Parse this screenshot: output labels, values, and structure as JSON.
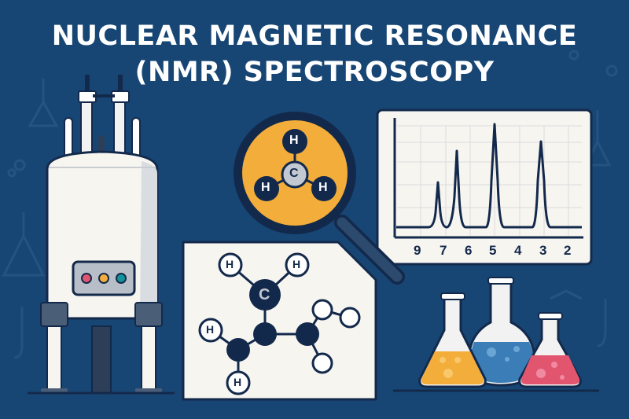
{
  "title": {
    "line1": "NUCLEAR MAGNETIC RESONANCE",
    "line2": "(NMR) SPECTROSCOPY"
  },
  "colors": {
    "background": "#174675",
    "navy": "#13294b",
    "panel": "#f7f5f0",
    "orange": "#f3ad3a",
    "blue": "#3a7db7",
    "pink": "#e2556f",
    "teal": "#12929a"
  },
  "spectrum": {
    "x_labels": [
      "9",
      "7",
      "6",
      "5",
      "4",
      "3",
      "2"
    ]
  },
  "magnifier_molecule": {
    "center": "C",
    "atoms": [
      "H",
      "H",
      "H"
    ]
  },
  "molecule_panel": {
    "carbon": "C",
    "hydrogens": [
      "H",
      "H",
      "H",
      "H"
    ]
  },
  "spectrometer": {
    "indicator_lights": [
      "#e2556f",
      "#f3ad3a",
      "#12929a"
    ]
  },
  "flasks": [
    "orange",
    "blue",
    "pink"
  ]
}
